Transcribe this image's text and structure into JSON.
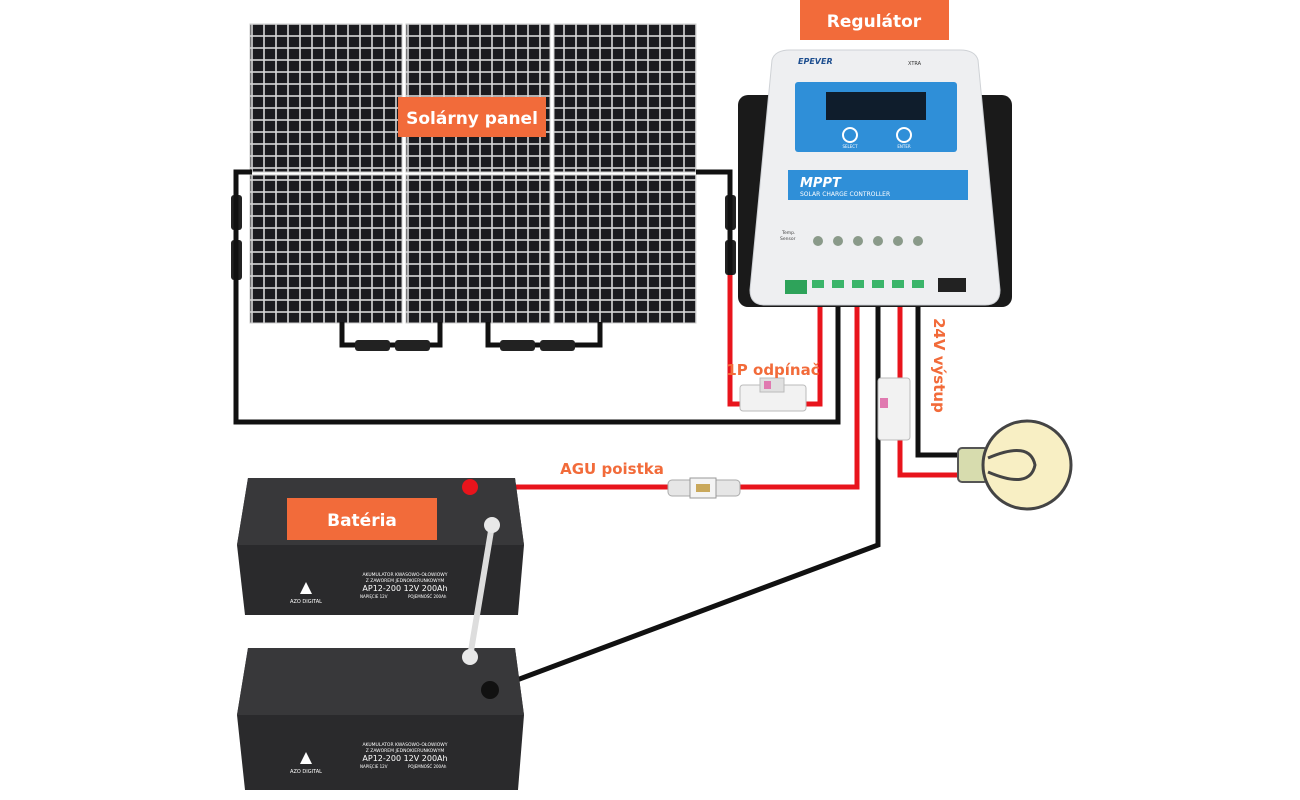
{
  "labels": {
    "regulator": "Regulátor",
    "solar_panel": "Solárny panel",
    "disconnector": "1P odpínač",
    "output": "24V výstup",
    "fuse": "AGU poistka",
    "battery": "Batéria"
  },
  "controller": {
    "brand": "EPEVER",
    "model": "XTRA",
    "title": "MPPT",
    "subtitle": "SOLAR CHARGE CONTROLLER",
    "select": "SELECT",
    "enter": "ENTER",
    "temp_sensor_line1": "Temp.",
    "temp_sensor_line2": "Sensor"
  },
  "battery_unit": {
    "brand": "AZO DIGITAL",
    "type_line1": "AKUMULATOR KWASOWO-OŁOWIOWY",
    "type_line2": "Z ZAWOREM JEDNOKIERUNKOWYM",
    "model": "AP12-200 12V 200Ah",
    "voltage": "NAPIĘCIE 12V",
    "capacity": "POJEMNOŚĆ 200Ah"
  },
  "colors": {
    "accent": "#f26b3a",
    "positive_wire": "#e8141c",
    "negative_wire": "#111111",
    "controller_blue": "#2f8fd8"
  }
}
